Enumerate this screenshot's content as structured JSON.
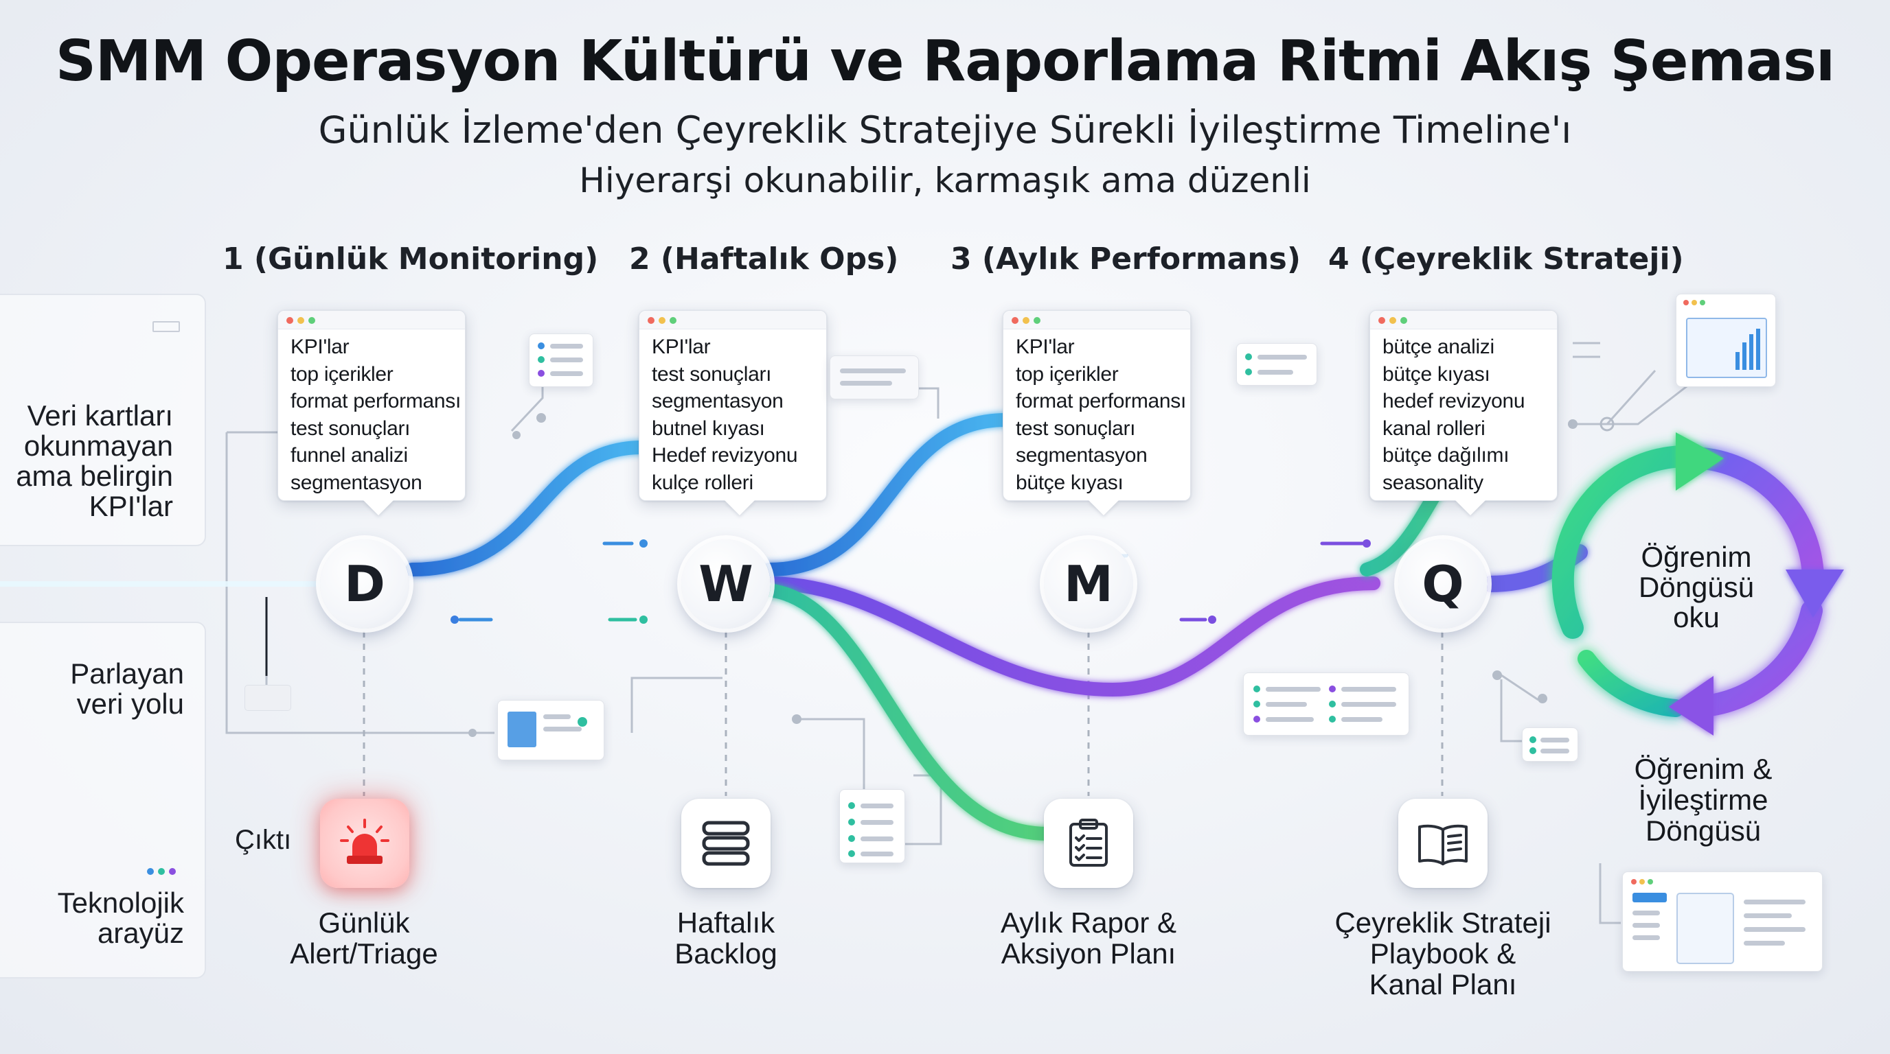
{
  "header": {
    "title": "SMM Operasyon Kültürü ve Raporlama Ritmi Akış Şeması",
    "subtitle": "Günlük İzleme'den Çeyreklik Stratejiye Sürekli İyileştirme Timeline'ı",
    "tagline": "Hiyerarşi okunabilir, karmaşık ama düzenli"
  },
  "phases": [
    {
      "heading": "1 (Günlük Monitoring)",
      "letter": "D",
      "card_items": [
        "KPI'lar",
        "top içerikler",
        "format performansı",
        "test sonuçları",
        "funnel analizi",
        "segmentasyon"
      ],
      "output": [
        "Günlük",
        "Alert/Triage"
      ],
      "output_icon": "siren-alert-icon"
    },
    {
      "heading": "2 (Haftalık Ops)",
      "letter": "W",
      "card_items": [
        "KPI'lar",
        "test sonuçları",
        "segmentasyon",
        "butnel kıyası",
        "Hedef revizyonu",
        "kulçe rolleri"
      ],
      "output": [
        "Haftalık",
        "Backlog"
      ],
      "output_icon": "stacked-layers-icon"
    },
    {
      "heading": "3 (Aylık Performans)",
      "letter": "M",
      "card_items": [
        "KPI'lar",
        "top içerikler",
        "format performansı",
        "test sonuçları",
        "segmentasyon",
        "bütçe kıyası"
      ],
      "output": [
        "Aylık Rapor &",
        "Aksiyon Planı"
      ],
      "output_icon": "clipboard-checklist-icon"
    },
    {
      "heading": "4 (Çeyreklik Strateji)",
      "letter": "Q",
      "card_items": [
        "bütçe analizi",
        "bütçe kıyası",
        "hedef revizyonu",
        "kanal rolleri",
        "bütçe dağılımı",
        "seasonality"
      ],
      "output": [
        "Çeyreklik Strateji",
        "Playbook &",
        "Kanal Planı"
      ],
      "output_icon": "open-book-icon"
    }
  ],
  "side_labels": {
    "data_cards": [
      "Veri kartları",
      "okunmayan",
      "ama belirgin",
      "KPI'lar"
    ],
    "glowing_path": [
      "Parlayan",
      "veri yolu"
    ],
    "tech_ui": [
      "Teknolojik",
      "arayüz"
    ],
    "output": "Çıktı"
  },
  "loop": {
    "center_label": [
      "Öğrenim",
      "Döngüsü",
      "oku"
    ],
    "caption": [
      "Öğrenim &",
      "İyileştirme",
      "Döngüsü"
    ]
  },
  "colors": {
    "blue": "#2f8ee8",
    "cyan": "#4fd3ea",
    "green": "#2fc38f",
    "purple": "#8a4fe0",
    "alert_red": "#ee3434",
    "card_dots": [
      "#f06a5e",
      "#f2c14e",
      "#5fcf7a"
    ]
  }
}
